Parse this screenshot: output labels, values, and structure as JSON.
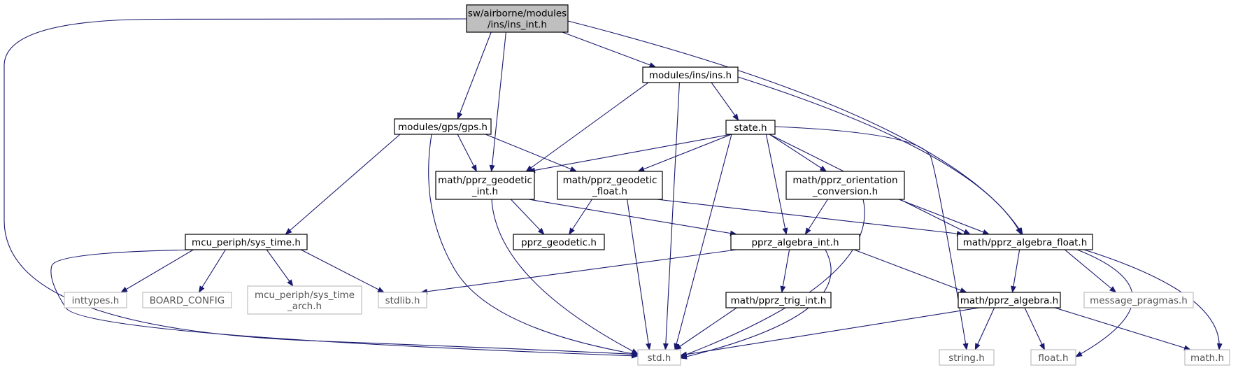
{
  "colors": {
    "edge": "#191970",
    "root_fill": "#bfbfbf",
    "box_border": "#000000",
    "external_border": "#bfbfbf",
    "background": "#ffffff"
  },
  "nodes": {
    "ins_int": {
      "lines": [
        "sw/airborne/modules",
        "/ins/ins_int.h"
      ],
      "kind": "root"
    },
    "ins": {
      "lines": [
        "modules/ins/ins.h"
      ],
      "kind": "internal"
    },
    "gps": {
      "lines": [
        "modules/gps/gps.h"
      ],
      "kind": "internal"
    },
    "state": {
      "lines": [
        "state.h"
      ],
      "kind": "internal"
    },
    "geodetic_int": {
      "lines": [
        "math/pprz_geodetic",
        "_int.h"
      ],
      "kind": "internal"
    },
    "geodetic_float": {
      "lines": [
        "math/pprz_geodetic",
        "_float.h"
      ],
      "kind": "internal"
    },
    "orientation": {
      "lines": [
        "math/pprz_orientation",
        "_conversion.h"
      ],
      "kind": "internal"
    },
    "sys_time": {
      "lines": [
        "mcu_periph/sys_time.h"
      ],
      "kind": "internal"
    },
    "pprz_geodetic": {
      "lines": [
        "pprz_geodetic.h"
      ],
      "kind": "internal"
    },
    "algebra_int": {
      "lines": [
        "pprz_algebra_int.h"
      ],
      "kind": "internal"
    },
    "algebra_float": {
      "lines": [
        "math/pprz_algebra_float.h"
      ],
      "kind": "internal"
    },
    "inttypes": {
      "lines": [
        "inttypes.h"
      ],
      "kind": "external"
    },
    "board_config": {
      "lines": [
        "BOARD_CONFIG"
      ],
      "kind": "external"
    },
    "sys_time_arch": {
      "lines": [
        "mcu_periph/sys_time",
        "_arch.h"
      ],
      "kind": "external"
    },
    "stdlib": {
      "lines": [
        "stdlib.h"
      ],
      "kind": "external"
    },
    "trig_int": {
      "lines": [
        "math/pprz_trig_int.h"
      ],
      "kind": "internal"
    },
    "algebra": {
      "lines": [
        "math/pprz_algebra.h"
      ],
      "kind": "internal"
    },
    "message_pragmas": {
      "lines": [
        "message_pragmas.h"
      ],
      "kind": "external"
    },
    "std": {
      "lines": [
        "std.h"
      ],
      "kind": "external"
    },
    "string": {
      "lines": [
        "string.h"
      ],
      "kind": "external"
    },
    "float": {
      "lines": [
        "float.h"
      ],
      "kind": "external"
    },
    "math": {
      "lines": [
        "math.h"
      ],
      "kind": "external"
    }
  },
  "edges": [
    [
      "ins_int",
      "ins"
    ],
    [
      "ins_int",
      "gps"
    ],
    [
      "ins_int",
      "geodetic_int"
    ],
    [
      "ins_int",
      "algebra_float"
    ],
    [
      "ins_int",
      "std"
    ],
    [
      "ins",
      "state"
    ],
    [
      "ins",
      "geodetic_int"
    ],
    [
      "ins",
      "algebra_float"
    ],
    [
      "ins",
      "std"
    ],
    [
      "gps",
      "geodetic_int"
    ],
    [
      "gps",
      "geodetic_float"
    ],
    [
      "gps",
      "sys_time"
    ],
    [
      "gps",
      "std"
    ],
    [
      "state",
      "geodetic_int"
    ],
    [
      "state",
      "geodetic_float"
    ],
    [
      "state",
      "orientation"
    ],
    [
      "state",
      "algebra_int"
    ],
    [
      "state",
      "algebra_float"
    ],
    [
      "state",
      "std"
    ],
    [
      "state",
      "string"
    ],
    [
      "geodetic_int",
      "pprz_geodetic"
    ],
    [
      "geodetic_int",
      "algebra_int"
    ],
    [
      "geodetic_int",
      "std"
    ],
    [
      "geodetic_float",
      "pprz_geodetic"
    ],
    [
      "geodetic_float",
      "algebra_float"
    ],
    [
      "geodetic_float",
      "std"
    ],
    [
      "orientation",
      "algebra_int"
    ],
    [
      "orientation",
      "algebra_float"
    ],
    [
      "orientation",
      "std"
    ],
    [
      "sys_time",
      "inttypes"
    ],
    [
      "sys_time",
      "board_config"
    ],
    [
      "sys_time",
      "sys_time_arch"
    ],
    [
      "sys_time",
      "stdlib"
    ],
    [
      "sys_time",
      "std"
    ],
    [
      "algebra_int",
      "stdlib"
    ],
    [
      "algebra_int",
      "trig_int"
    ],
    [
      "algebra_int",
      "algebra"
    ],
    [
      "algebra_int",
      "std"
    ],
    [
      "algebra_float",
      "algebra"
    ],
    [
      "algebra_float",
      "message_pragmas"
    ],
    [
      "algebra_float",
      "float"
    ],
    [
      "algebra_float",
      "math"
    ],
    [
      "trig_int",
      "std"
    ],
    [
      "algebra",
      "std"
    ],
    [
      "algebra",
      "string"
    ],
    [
      "algebra",
      "float"
    ],
    [
      "algebra",
      "math"
    ]
  ]
}
